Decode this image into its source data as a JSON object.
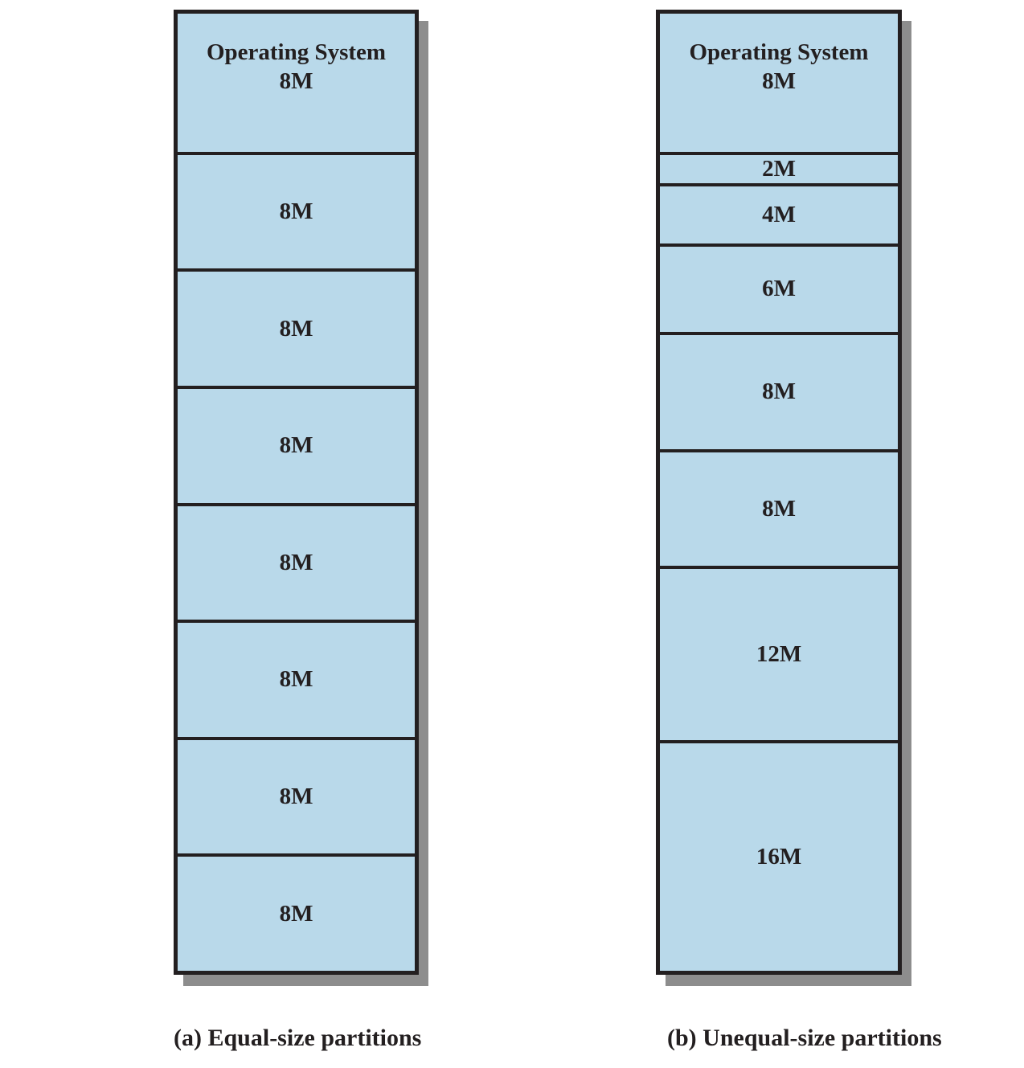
{
  "colors": {
    "partition_fill": "#b9d9ea",
    "border": "#231f20",
    "shadow": "#8d8d8d",
    "text": "#231f20",
    "background": "#ffffff"
  },
  "diagram": {
    "total_memory_m": 64,
    "left": {
      "caption": "(a) Equal-size partitions",
      "os_title": "Operating System",
      "os_size_label": "8M",
      "os_size_m": 8,
      "partitions": [
        {
          "label": "8M",
          "size_m": 8
        },
        {
          "label": "8M",
          "size_m": 8
        },
        {
          "label": "8M",
          "size_m": 8
        },
        {
          "label": "8M",
          "size_m": 8
        },
        {
          "label": "8M",
          "size_m": 8
        },
        {
          "label": "8M",
          "size_m": 8
        },
        {
          "label": "8M",
          "size_m": 8
        }
      ]
    },
    "right": {
      "caption": "(b) Unequal-size partitions",
      "os_title": "Operating System",
      "os_size_label": "8M",
      "os_size_m": 8,
      "partitions": [
        {
          "label": "2M",
          "size_m": 2
        },
        {
          "label": "4M",
          "size_m": 4
        },
        {
          "label": "6M",
          "size_m": 6
        },
        {
          "label": "8M",
          "size_m": 8
        },
        {
          "label": "8M",
          "size_m": 8
        },
        {
          "label": "12M",
          "size_m": 12
        },
        {
          "label": "16M",
          "size_m": 16
        }
      ]
    }
  }
}
